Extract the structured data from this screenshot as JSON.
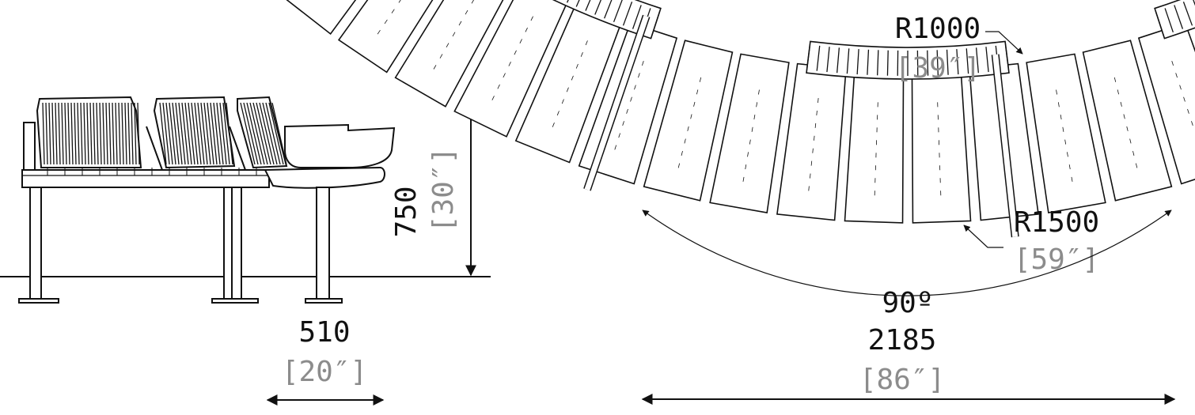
{
  "colors": {
    "line": "#111111",
    "imperial_text": "#8c8c8c",
    "metric_text": "#111111"
  },
  "side_view": {
    "height_metric": "750",
    "height_imperial": "[30″]",
    "depth_metric": "510",
    "depth_imperial": "[20″]"
  },
  "top_view": {
    "inner_radius_metric": "R1000",
    "inner_radius_imperial": "[39″]",
    "outer_radius_metric": "R1500",
    "outer_radius_imperial": "[59″]",
    "angle": "90º",
    "length_metric": "2185",
    "length_imperial": "[86″]"
  }
}
